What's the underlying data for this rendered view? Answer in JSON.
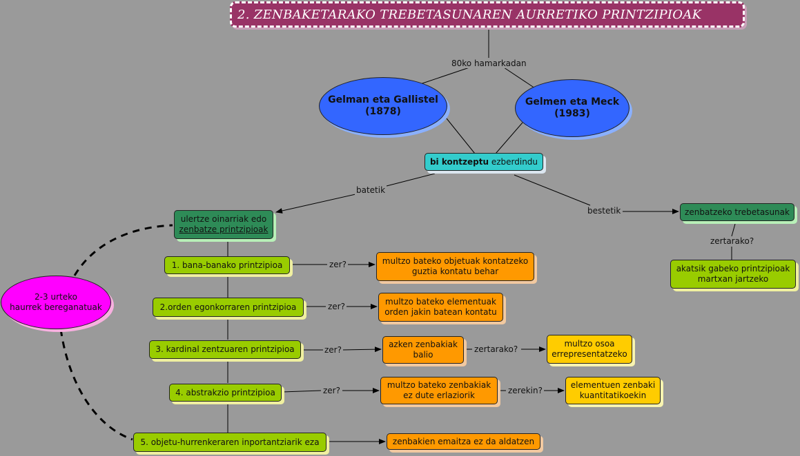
{
  "title": "2. ZENBAKETARAKO TREBETASUNAREN AURRETIKO PRINTZIPIOAK",
  "link_80ko": "80ko hamarkadan",
  "gelman_gallistel": {
    "name": "Gelman eta Gallistel",
    "year": "(1878)"
  },
  "gelmen_meck": {
    "name": "Gelmen eta Meck",
    "year": "(1983)"
  },
  "bi_kontzeptu": {
    "bold": "bi kontzeptu",
    "rest": " ezberdindu"
  },
  "link_batetik": "batetik",
  "link_bestetik": "bestetik",
  "ulertze": {
    "line1": "ulertze oinarriak edo",
    "line2": "zenbatze printzipioak"
  },
  "zenbatzeko": "zenbatzeko trebetasunak",
  "link_zertarako_right": "zertarako?",
  "akatsik": {
    "line1": "akatsik gabeko printzipioak",
    "line2": "martxan jartzeko"
  },
  "urteko": {
    "line1": "2-3 urteko",
    "line2": "haurrek bereganatuak"
  },
  "principles": [
    {
      "label": "1. bana-banako printzipioa",
      "link": "zer?",
      "result": [
        "multzo bateko objetuak kontatzeko",
        "guztia kontatu behar"
      ]
    },
    {
      "label": "2.orden egonkorraren printzipioa",
      "link": "zer?",
      "result": [
        "multzo bateko elementuak",
        "orden jakin batean kontatu"
      ]
    },
    {
      "label": "3. kardinal zentzuaren printzipioa",
      "link": "zer?",
      "result": [
        "azken zenbakiak",
        "balio"
      ],
      "link2": "zertarako?",
      "result2": [
        "multzo osoa",
        "errepresentatzeko"
      ]
    },
    {
      "label": "4. abstrakzio printzipioa",
      "link": "zer?",
      "result": [
        "multzo bateko zenbakiak",
        "ez dute erlaziorik"
      ],
      "link2": "zerekin?",
      "result2": [
        "elementuen zenbaki",
        "kuantitatikoekin"
      ]
    },
    {
      "label": "5. objetu-hurrenkeraren inportantziarik eza",
      "result": [
        "zenbakien emaitza ez da aldatzen"
      ]
    }
  ]
}
